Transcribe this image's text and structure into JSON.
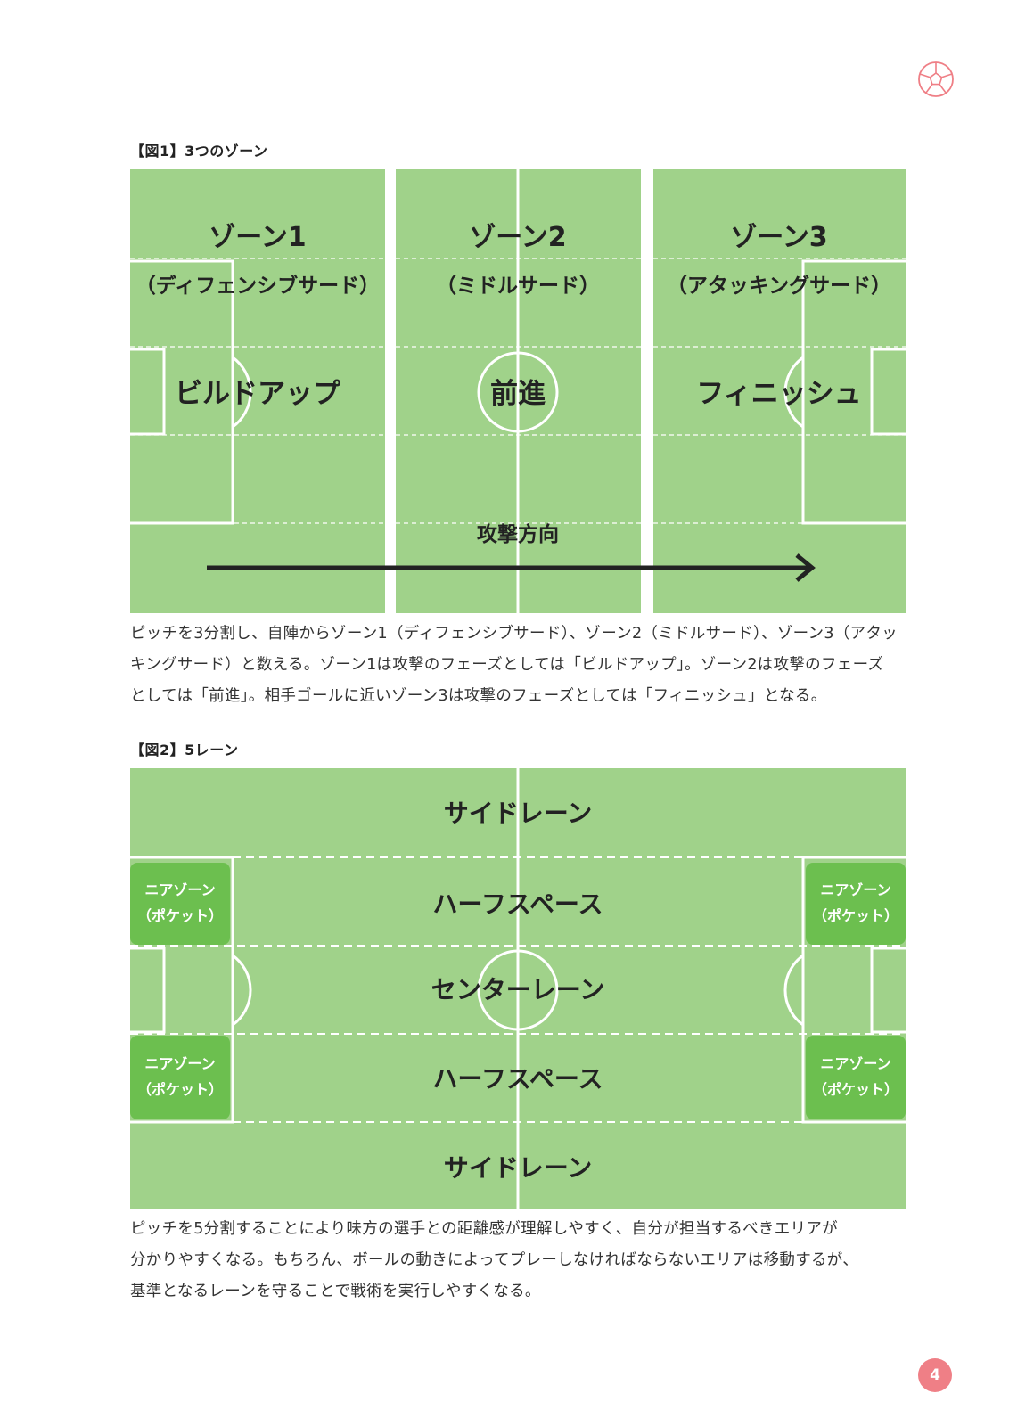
{
  "figure1": {
    "caption": "【図1】3つのゾーン",
    "zones": [
      {
        "name": "ゾーン1",
        "subtitle": "（ディフェンシブサード）",
        "phase": "ビルドアップ"
      },
      {
        "name": "ゾーン2",
        "subtitle": "（ミドルサード）",
        "phase": "前進"
      },
      {
        "name": "ゾーン3",
        "subtitle": "（アタッキングサード）",
        "phase": "フィニッシュ"
      }
    ],
    "arrow_label": "攻撃方向",
    "description": [
      "ピッチを3分割し、自陣からゾーン1（ディフェンシブサード）、ゾーン2（ミドルサード）、ゾーン3（アタッ",
      "キングサード）と数える。ゾーン1は攻撃のフェーズとしては「ビルドアップ」。ゾーン2は攻撃のフェーズ",
      "としては「前進」。相手ゴールに近いゾーン3は攻撃のフェーズとしては「フィニッシュ」となる。"
    ]
  },
  "figure2": {
    "caption": "【図2】5レーン",
    "lanes": [
      "サイドレーン",
      "ハーフスペース",
      "センターレーン",
      "ハーフスペース",
      "サイドレーン"
    ],
    "pocket_line1": "ニアゾーン",
    "pocket_line2": "（ポケット）",
    "description": [
      "ピッチを5分割することにより味方の選手との距離感が理解しやすく、自分が担当するべきエリアが",
      "分かりやすくなる。もちろん、ボールの動きによってプレーしなければならないエリアは移動するが、",
      "基準となるレーンを守ることで戦術を実行しやすくなる。"
    ]
  },
  "page_number": "4",
  "colors": {
    "pitch": "#a0d28a",
    "pocket": "#6cbf4f",
    "line": "#ffffff",
    "arrow": "#222222",
    "accent": "#ef7f86"
  },
  "icons": {
    "ball": "soccer-ball-icon"
  }
}
